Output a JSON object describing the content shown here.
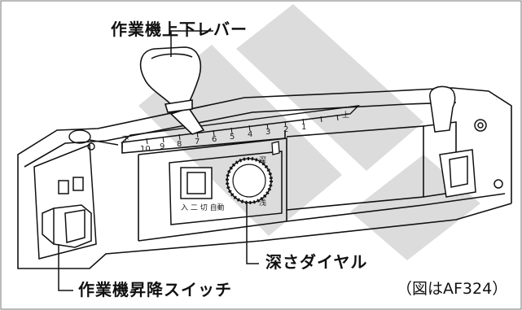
{
  "labels": {
    "lift_lever": "作業機上下レバー",
    "depth_dial": "深さダイヤル",
    "lift_switch": "作業機昇降スイッチ",
    "caption": "（図はAF324）"
  },
  "lever_scale": {
    "down_mark": "下",
    "up_mark": "上",
    "numbers": [
      "10",
      "9",
      "8",
      "7",
      "6",
      "5",
      "4",
      "3",
      "2",
      "1"
    ]
  },
  "switch_panel": {
    "text": "入 二 切 自動"
  },
  "dial_marks": {
    "deep": "深",
    "shallow": "浅"
  },
  "colors": {
    "line": "#111111",
    "watermark": "#d9d9d9"
  }
}
